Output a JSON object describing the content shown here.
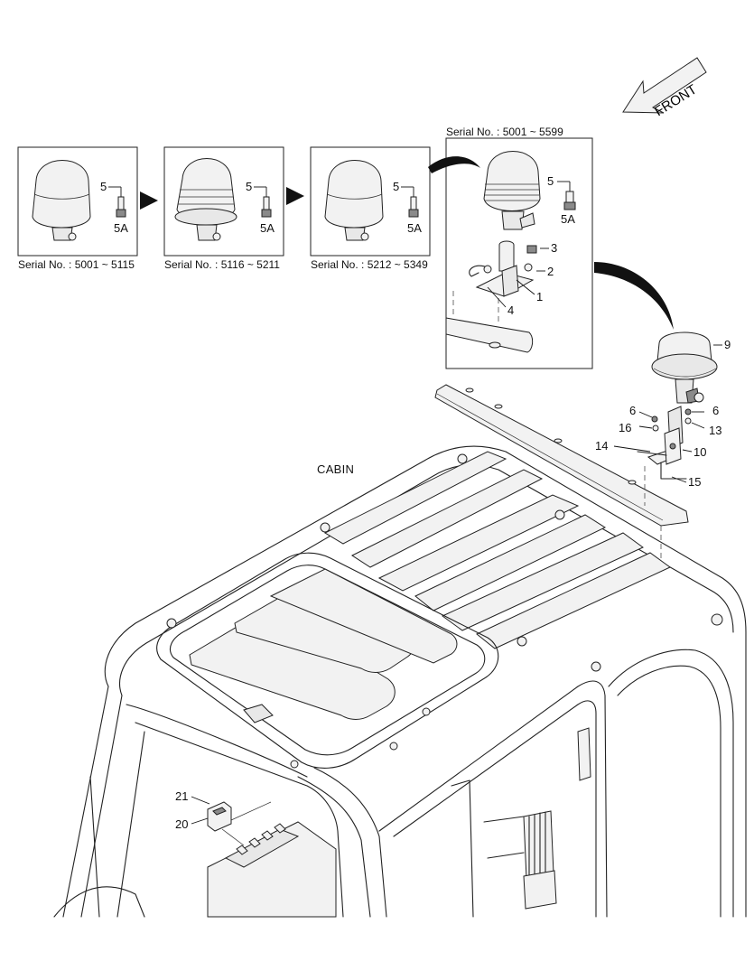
{
  "front_label": "FRONT",
  "cabin_label": "CABIN",
  "serial_captions": [
    "Serial No. : 5001 ~ 5115",
    "Serial No. : 5116 ~ 5211",
    "Serial No. : 5212 ~ 5349",
    "Serial No. : 5001 ~ 5599"
  ],
  "callouts": {
    "c1": "1",
    "c2": "2",
    "c3": "3",
    "c4": "4",
    "c5a": "5",
    "c5b": "5",
    "c5c": "5",
    "c5d": "5",
    "c5Aa": "5A",
    "c5Ab": "5A",
    "c5Ac": "5A",
    "c5Ad": "5A",
    "c6a": "6",
    "c6b": "6",
    "c9": "9",
    "c10": "10",
    "c13": "13",
    "c14": "14",
    "c15": "15",
    "c16": "16",
    "c20": "20",
    "c21": "21"
  },
  "colors": {
    "line": "#222222",
    "fill_light": "#e8e8e8",
    "fill_dark": "#8a8a8a"
  }
}
